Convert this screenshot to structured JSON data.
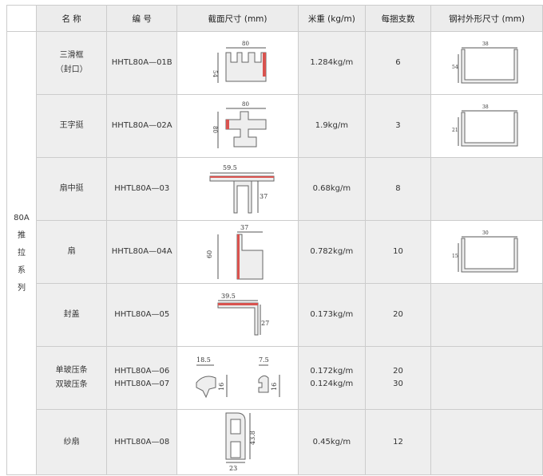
{
  "headers": [
    "名 称",
    "编 号",
    "截面尺寸 (mm)",
    "米重 (kg/m)",
    "每捆支数",
    "钢衬外形尺寸 (mm)"
  ],
  "series": [
    "80A",
    "推",
    "拉",
    "系",
    "列"
  ],
  "rows": [
    {
      "name": "三滑框",
      "name2": "（封口）",
      "code": "HHTL80A—01B",
      "weight": "1.284kg/m",
      "count": "6",
      "dims": [
        "80",
        "54"
      ],
      "steel": [
        "38",
        "54"
      ]
    },
    {
      "name": "王字挺",
      "code": "HHTL80A—02A",
      "weight": "1.9kg/m",
      "count": "3",
      "dims": [
        "80",
        "80"
      ],
      "steel": [
        "38",
        "21"
      ]
    },
    {
      "name": "扇中挺",
      "code": "HHTL80A—03",
      "weight": "0.68kg/m",
      "count": "8",
      "dims": [
        "59.5",
        "37"
      ]
    },
    {
      "name": "扇",
      "code": "HHTL80A—04A",
      "weight": "0.782kg/m",
      "count": "10",
      "dims": [
        "37",
        "60"
      ],
      "steel": [
        "30",
        "15"
      ]
    },
    {
      "name": "封盖",
      "code": "HHTL80A—05",
      "weight": "0.173kg/m",
      "count": "20",
      "dims": [
        "39.5",
        "27"
      ]
    },
    {
      "name": "单玻压条",
      "name2": "双玻压条",
      "code": "HHTL80A—06",
      "code2": "HHTL80A—07",
      "weight": "0.172kg/m",
      "weight2": "0.124kg/m",
      "count": "20",
      "count2": "30",
      "dims": [
        "18.5",
        "16",
        "7.5",
        "16"
      ]
    },
    {
      "name": "纱扇",
      "code": "HHTL80A—08",
      "weight": "0.45kg/m",
      "count": "12",
      "dims": [
        "43.8",
        "23"
      ]
    }
  ],
  "colors": {
    "header_bg": "#ececec",
    "grid": "#cccccc",
    "accent_red": "#d9534f"
  }
}
